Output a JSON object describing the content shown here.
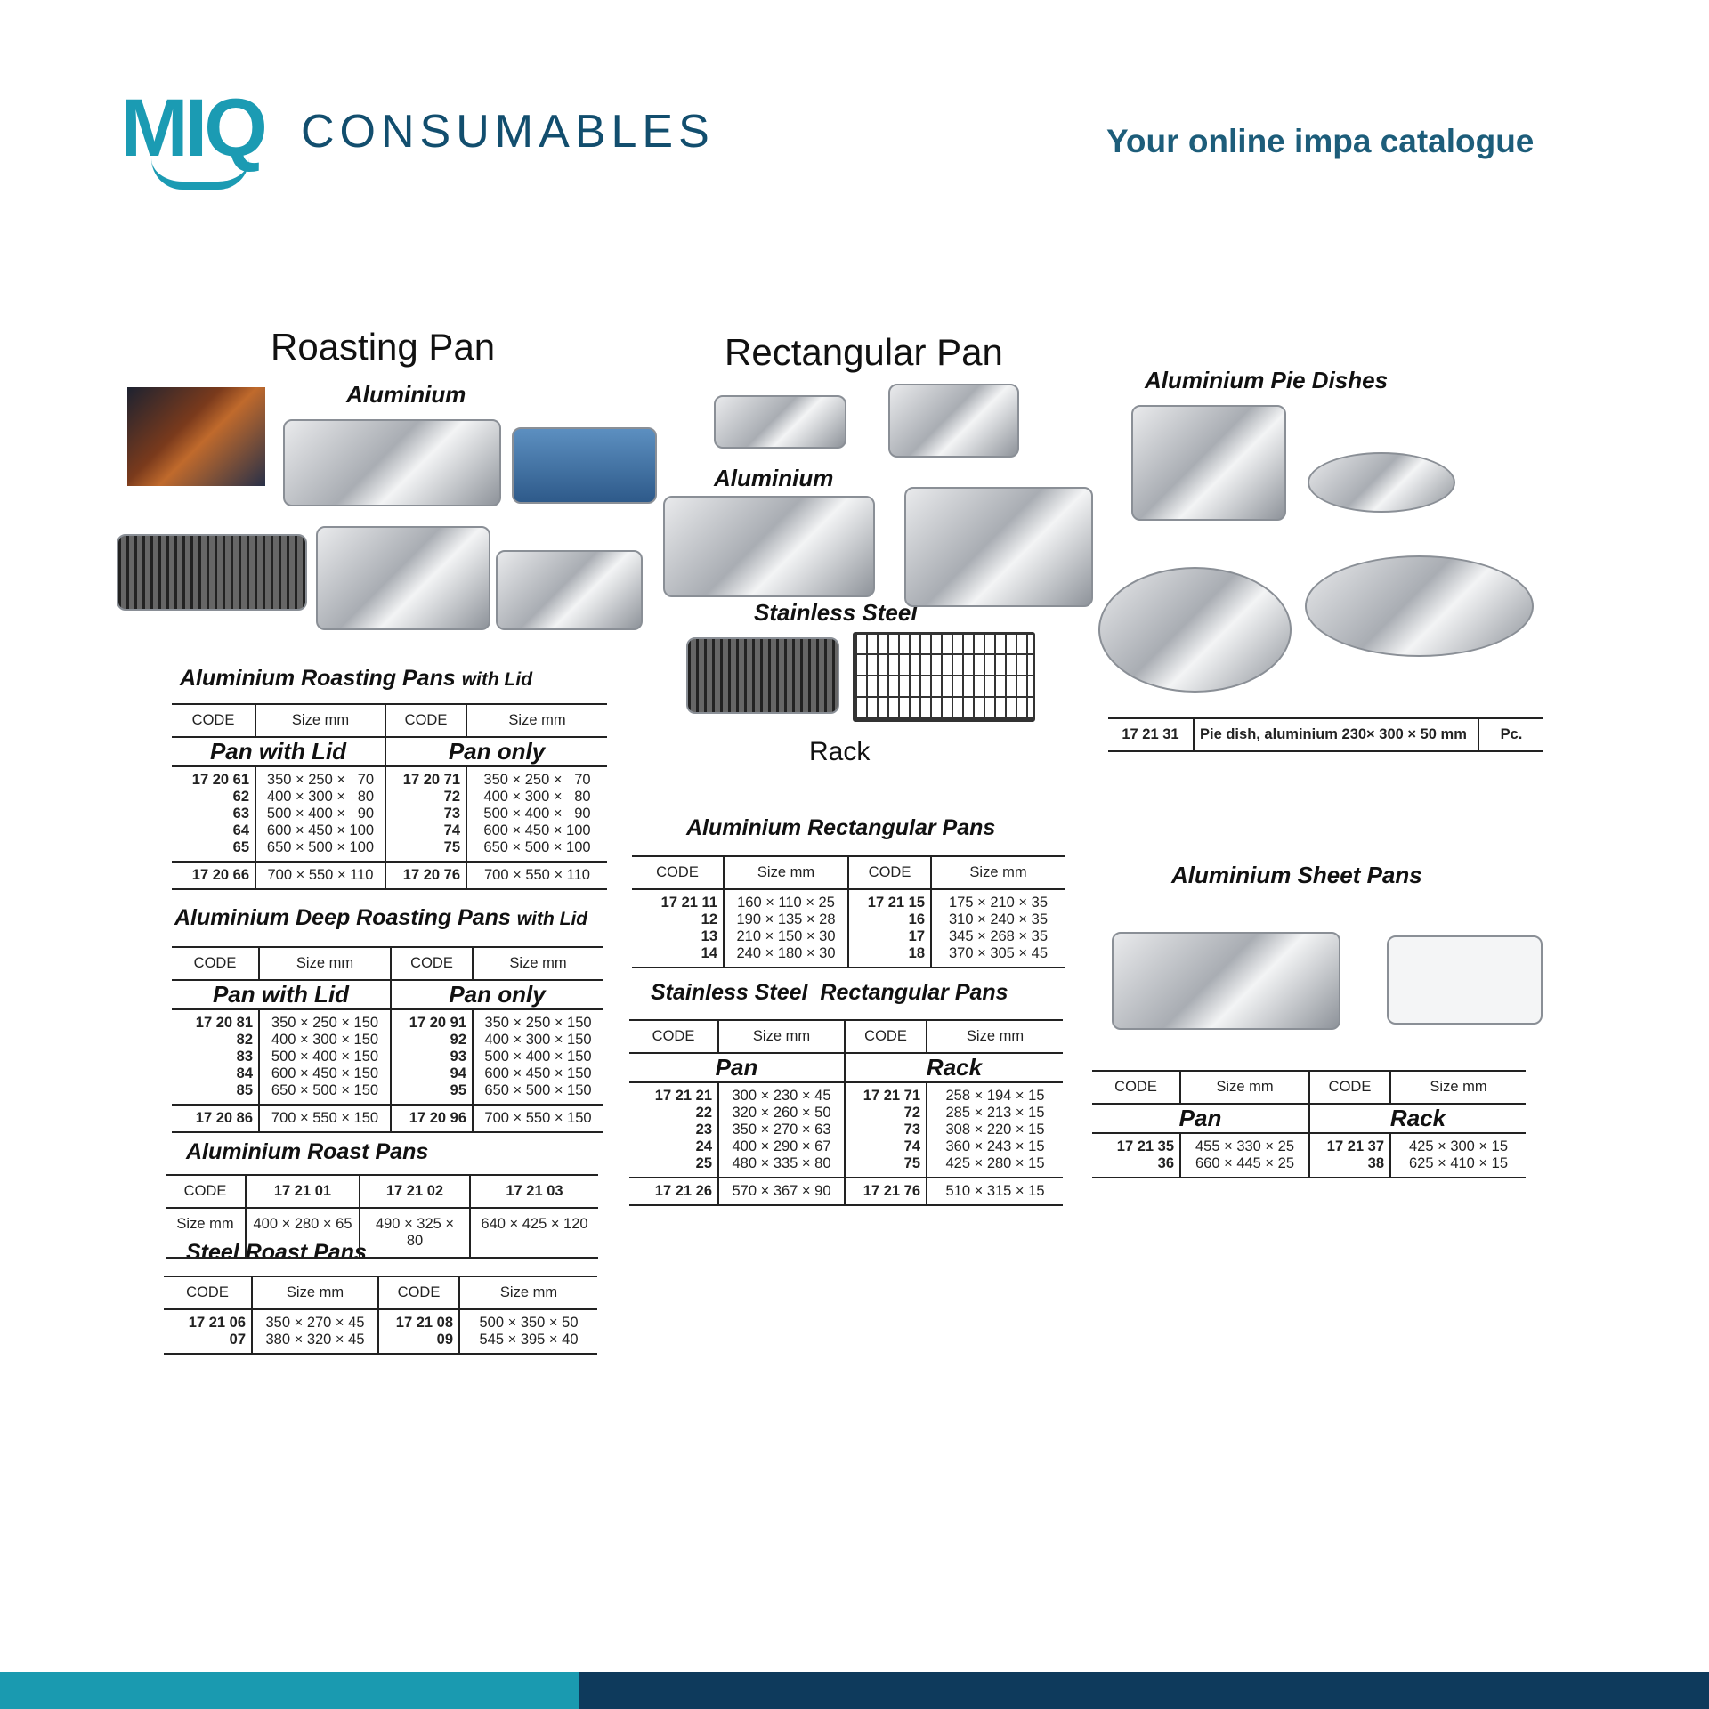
{
  "header": {
    "logo_mark": "MIQ",
    "logo_text": "CONSUMABLES",
    "tagline": "Your online impa catalogue",
    "brand_color": "#1b9bb3",
    "brand_dark": "#124e6e"
  },
  "sections": {
    "roasting_title": "Roasting Pan",
    "roasting_sub": "Aluminium",
    "rect_title": "Rectangular Pan",
    "rect_sub_alu": "Aluminium",
    "rect_sub_ss": "Stainless Steel",
    "rack_label": "Rack",
    "pie_title": "Aluminium Pie Dishes",
    "sheet_title": "Aluminium Sheet Pans"
  },
  "tables": {
    "roasting": {
      "title": "Aluminium Roasting Pans",
      "title_suffix": "with Lid",
      "header": [
        "CODE",
        "Size mm",
        "CODE",
        "Size mm"
      ],
      "subheader": [
        "Pan with Lid",
        "Pan only"
      ],
      "groups": [
        {
          "c1": [
            "17 20 61",
            "62",
            "63",
            "64",
            "65"
          ],
          "s1": [
            "350 × 250 ×   70",
            "400 × 300 ×   80",
            "500 × 400 ×   90",
            "600 × 450 × 100",
            "650 × 500 × 100"
          ],
          "c2": [
            "17 20 71",
            "72",
            "73",
            "74",
            "75"
          ],
          "s2": [
            "350 × 250 ×   70",
            "400 × 300 ×   80",
            "500 × 400 ×   90",
            "600 × 450 × 100",
            "650 × 500 × 100"
          ]
        },
        {
          "c1": [
            "17 20 66"
          ],
          "s1": [
            "700 × 550 × 110"
          ],
          "c2": [
            "17 20 76"
          ],
          "s2": [
            "700 × 550 × 110"
          ]
        }
      ]
    },
    "deep": {
      "title": "Aluminium Deep Roasting Pans",
      "title_suffix": "with Lid",
      "header": [
        "CODE",
        "Size mm",
        "CODE",
        "Size mm"
      ],
      "subheader": [
        "Pan with Lid",
        "Pan only"
      ],
      "groups": [
        {
          "c1": [
            "17 20 81",
            "82",
            "83",
            "84",
            "85"
          ],
          "s1": [
            "350 × 250 × 150",
            "400 × 300 × 150",
            "500 × 400 × 150",
            "600 × 450 × 150",
            "650 × 500 × 150"
          ],
          "c2": [
            "17 20 91",
            "92",
            "93",
            "94",
            "95"
          ],
          "s2": [
            "350 × 250 × 150",
            "400 × 300 × 150",
            "500 × 400 × 150",
            "600 × 450 × 150",
            "650 × 500 × 150"
          ]
        },
        {
          "c1": [
            "17 20 86"
          ],
          "s1": [
            "700 × 550 × 150"
          ],
          "c2": [
            "17 20 96"
          ],
          "s2": [
            "700 × 550 × 150"
          ]
        }
      ]
    },
    "roast": {
      "title": "Aluminium Roast Pans",
      "rows": [
        [
          "CODE",
          "17 21 01",
          "17 21 02",
          "17 21 03"
        ],
        [
          "Size mm",
          "400 × 280 × 65",
          "490 × 325 × 80",
          "640 × 425 × 120"
        ]
      ]
    },
    "steel": {
      "title": "Steel Roast Pans",
      "header": [
        "CODE",
        "Size mm",
        "CODE",
        "Size mm"
      ],
      "groups": [
        {
          "c1": [
            "17 21 06",
            "07"
          ],
          "s1": [
            "350 × 270 × 45",
            "380 × 320 × 45"
          ],
          "c2": [
            "17 21 08",
            "09"
          ],
          "s2": [
            "500 × 350 × 50",
            "545 × 395 × 40"
          ]
        }
      ]
    },
    "alu_rect": {
      "title": "Aluminium Rectangular Pans",
      "header": [
        "CODE",
        "Size mm",
        "CODE",
        "Size mm"
      ],
      "groups": [
        {
          "c1": [
            "17 21 11",
            "12",
            "13",
            "14"
          ],
          "s1": [
            "160 × 110 × 25",
            "190 × 135 × 28",
            "210 × 150 × 30",
            "240 × 180 × 30"
          ],
          "c2": [
            "17 21 15",
            "16",
            "17",
            "18"
          ],
          "s2": [
            "175 × 210 × 35",
            "310 × 240 × 35",
            "345 × 268 × 35",
            "370 × 305 × 45"
          ]
        }
      ]
    },
    "ss_rect": {
      "title": "Stainless Steel",
      "title_suffix": "Rectangular Pans",
      "header": [
        "CODE",
        "Size mm",
        "CODE",
        "Size mm"
      ],
      "subheader": [
        "Pan",
        "Rack"
      ],
      "groups": [
        {
          "c1": [
            "17 21 21",
            "22",
            "23",
            "24",
            "25"
          ],
          "s1": [
            "300 × 230 × 45",
            "320 × 260 × 50",
            "350 × 270 × 63",
            "400 × 290 × 67",
            "480 × 335 × 80"
          ],
          "c2": [
            "17 21 71",
            "72",
            "73",
            "74",
            "75"
          ],
          "s2": [
            "258 × 194 × 15",
            "285 × 213 × 15",
            "308 × 220 × 15",
            "360 × 243 × 15",
            "425 × 280 × 15"
          ]
        },
        {
          "c1": [
            "17 21 26"
          ],
          "s1": [
            "570 × 367 × 90"
          ],
          "c2": [
            "17 21 76"
          ],
          "s2": [
            "510 × 315 × 15"
          ]
        }
      ]
    },
    "pie": {
      "rows": [
        [
          "17 21 31",
          "Pie dish, aluminium 230× 300 × 50 mm",
          "Pc."
        ]
      ]
    },
    "sheet": {
      "header": [
        "CODE",
        "Size mm",
        "CODE",
        "Size mm"
      ],
      "subheader": [
        "Pan",
        "Rack"
      ],
      "groups": [
        {
          "c1": [
            "17 21 35",
            "36"
          ],
          "s1": [
            "455 × 330 × 25",
            "660 × 445 × 25"
          ],
          "c2": [
            "17 21 37",
            "38"
          ],
          "s2": [
            "425 × 300 × 15",
            "625 × 410 × 15"
          ]
        }
      ]
    }
  },
  "footer": {
    "bar_left_color": "#1a9ab0",
    "bar_right_color": "#0e3a5c"
  }
}
